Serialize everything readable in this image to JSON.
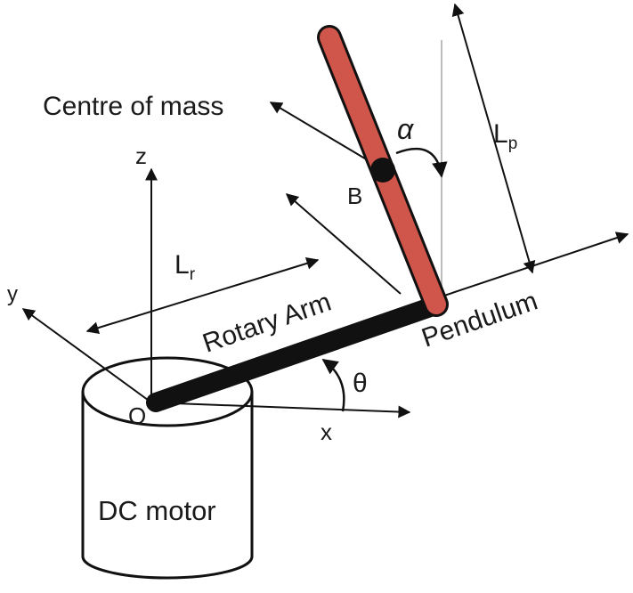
{
  "labels": {
    "centre_of_mass": "Centre of mass",
    "alpha": "α",
    "lp_main": "L",
    "lp_sub": "p",
    "lr_main": "L",
    "lr_sub": "r",
    "z": "z",
    "y": "y",
    "x": "x",
    "b": "B",
    "o": "O",
    "theta": "θ",
    "rotary_arm": "Rotary Arm",
    "pendulum": "Pendulum",
    "dc_motor": "DC motor"
  },
  "colors": {
    "pendulum_fill": "#d0554a",
    "ink": "#111111",
    "guide_line": "#bdbdbd"
  }
}
